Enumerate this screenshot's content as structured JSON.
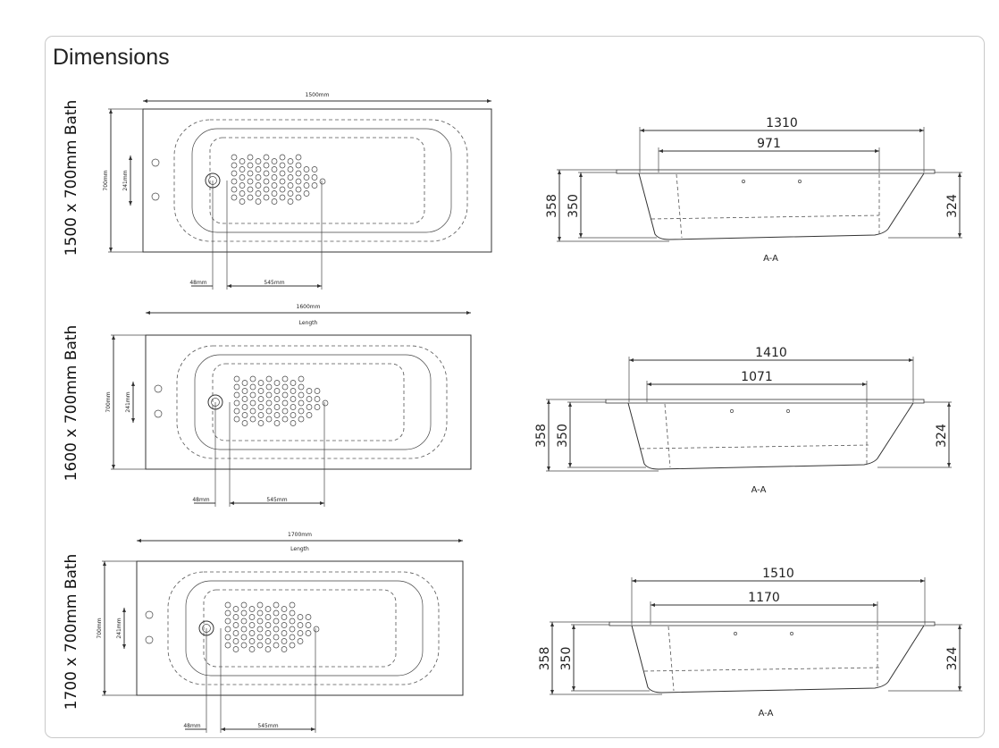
{
  "section": {
    "title": "Dimensions"
  },
  "rows": [
    {
      "label": "1500 x 700mm Bath",
      "plan": {
        "overall_length": "1500mm",
        "length_word": "",
        "width": "700mm",
        "waste_spacing": "241mm",
        "offset": "48mm",
        "grip_length": "545mm"
      },
      "section": {
        "outer": "1310",
        "inner": "971",
        "rim_height": "358",
        "depth": "350",
        "end_height": "324",
        "caption": "A-A"
      }
    },
    {
      "label": "1600 x 700mm Bath",
      "plan": {
        "overall_length": "1600mm",
        "length_word": "Length",
        "width": "700mm",
        "waste_spacing": "241mm",
        "offset": "48mm",
        "grip_length": "545mm"
      },
      "section": {
        "outer": "1410",
        "inner": "1071",
        "rim_height": "358",
        "depth": "350",
        "end_height": "324",
        "caption": "A-A"
      }
    },
    {
      "label": "1700 x 700mm Bath",
      "plan": {
        "overall_length": "1700mm",
        "length_word": "Length",
        "width": "700mm",
        "waste_spacing": "241mm",
        "offset": "48mm",
        "grip_length": "545mm"
      },
      "section": {
        "outer": "1510",
        "inner": "1170",
        "rim_height": "358",
        "depth": "350",
        "end_height": "324",
        "caption": "A-A"
      }
    }
  ]
}
